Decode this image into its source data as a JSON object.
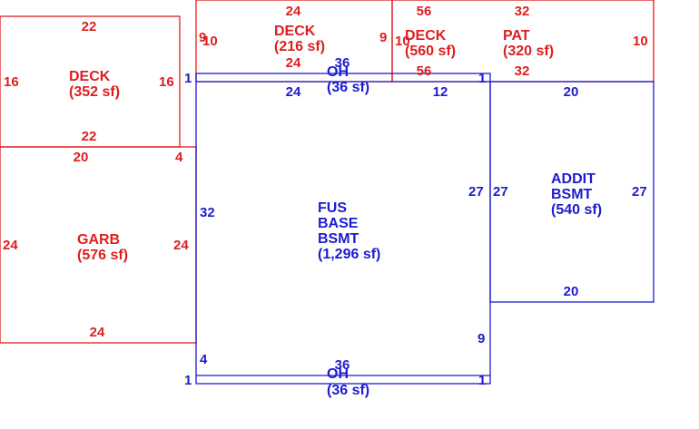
{
  "colors": {
    "red": "#dd1f1f",
    "blue": "#1c1cd0"
  },
  "areas": {
    "deck_left": {
      "name": "DECK",
      "area": "(352 sf)",
      "dims": {
        "top": "22",
        "bottom": "22",
        "left": "16",
        "right": "16"
      }
    },
    "garb": {
      "name": "GARB",
      "area": "(576 sf)",
      "dims": {
        "top": "20",
        "top_right": "4",
        "left": "24",
        "right": "24",
        "bottom": "24"
      }
    },
    "deck_top": {
      "name": "DECK",
      "area": "(216 sf)",
      "dims": {
        "top": "24",
        "bottom": "24",
        "left": "9",
        "left_b": "10",
        "right": "9"
      }
    },
    "deck_right": {
      "name": "DECK",
      "area": "(560 sf)",
      "dims": {
        "top": "56",
        "bottom": "56",
        "left": "10"
      }
    },
    "pat": {
      "name": "PAT",
      "area": "(320 sf)",
      "dims": {
        "top": "32",
        "bottom": "32",
        "right": "10"
      }
    },
    "oh_top": {
      "name": "OH",
      "area": "(36 sf)",
      "dims": {
        "top": "36",
        "left": "1",
        "right": "1"
      }
    },
    "fus_base": {
      "line1": "FUS",
      "line2": "BASE",
      "line3": "BSMT",
      "area": "(1,296 sf)",
      "dims": {
        "top": "24",
        "top_right": "12",
        "left": "32",
        "right": "27",
        "right_b": "9",
        "left_b": "4"
      }
    },
    "addit": {
      "line1": "ADDIT",
      "line2": "BSMT",
      "area": "(540 sf)",
      "dims": {
        "top": "20",
        "bottom": "20",
        "left": "27",
        "right": "27"
      }
    },
    "oh_bottom": {
      "name": "OH",
      "area": "(36 sf)",
      "dims": {
        "top": "36",
        "left": "1",
        "right": "1"
      }
    }
  }
}
